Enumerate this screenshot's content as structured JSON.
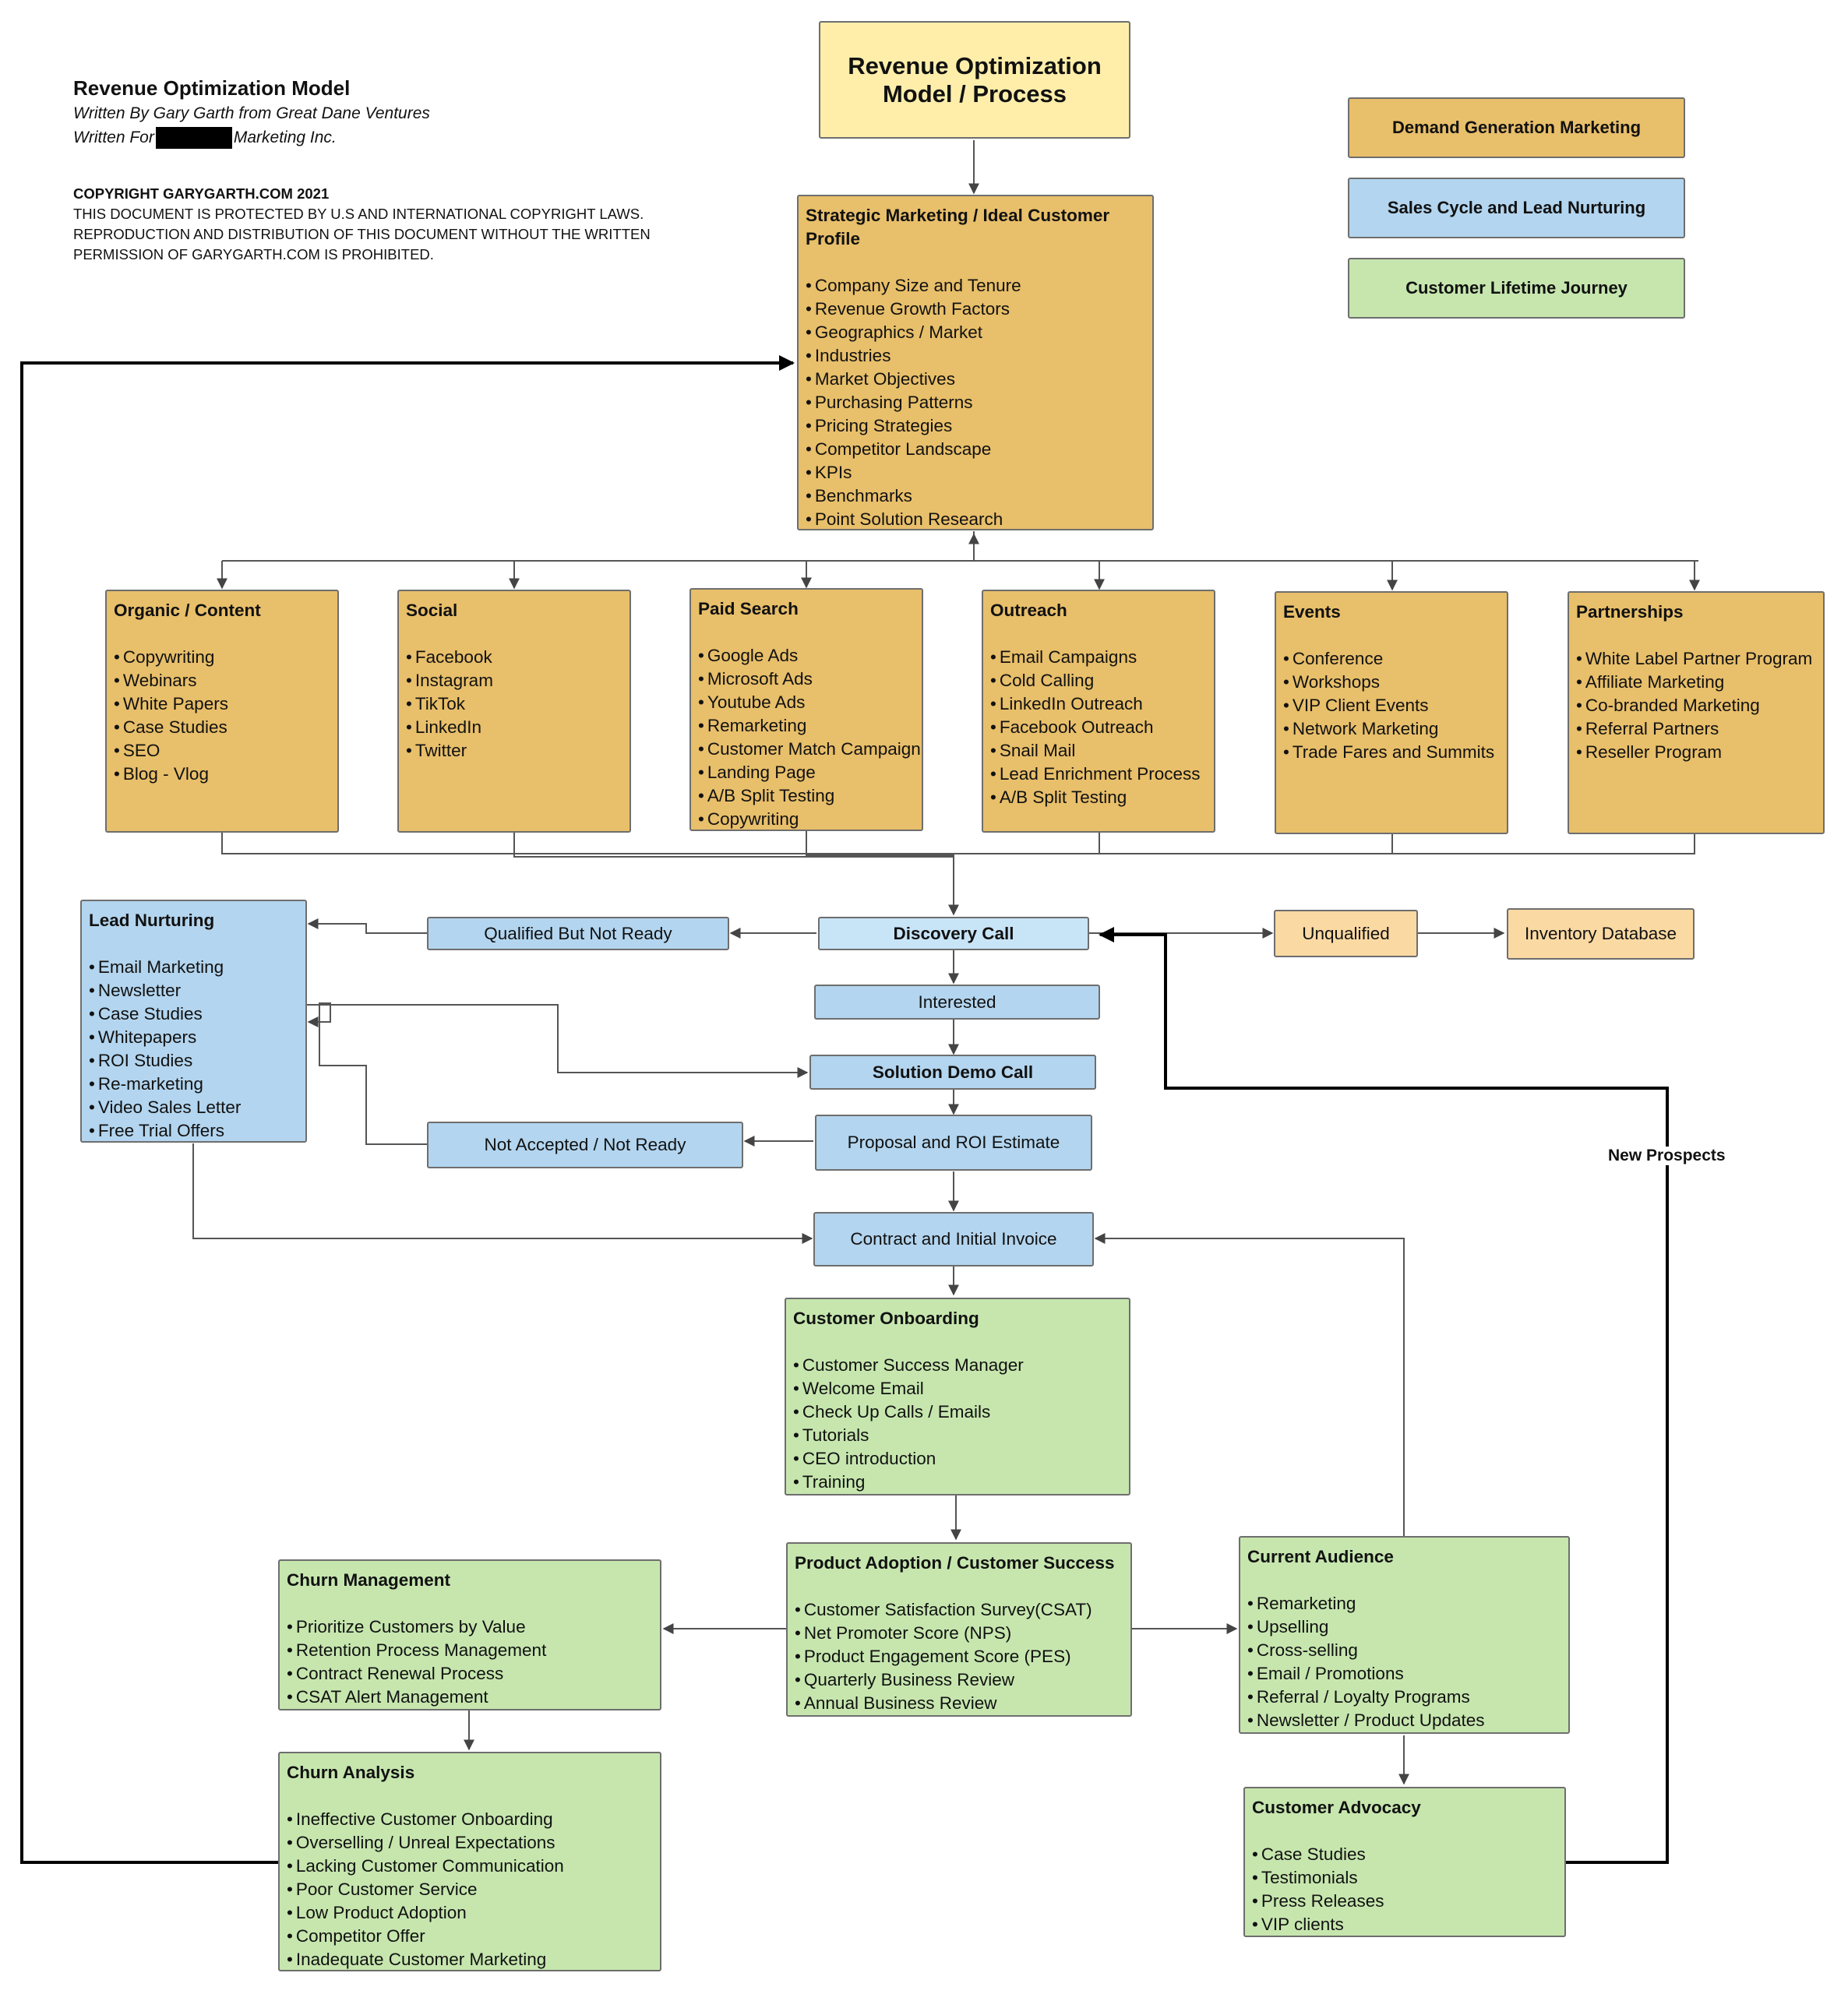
{
  "header": {
    "title": "Revenue Optimization Model",
    "author_line": "Written By Gary Garth from Great Dane Ventures",
    "written_for_prefix": "Written For",
    "written_for_suffix": "Marketing Inc.",
    "copyright_title": "COPYRIGHT GARYGARTH.COM 2021",
    "copyright_lines": [
      "THIS DOCUMENT IS PROTECTED BY U.S AND INTERNATIONAL COPYRIGHT LAWS.",
      "REPRODUCTION AND DISTRIBUTION OF THIS DOCUMENT WITHOUT THE WRITTEN",
      "PERMISSION OF GARYGARTH.COM IS PROHIBITED."
    ]
  },
  "main_title": {
    "line1": "Revenue Optimization",
    "line2": "Model / Process"
  },
  "legend": {
    "demand": "Demand Generation Marketing",
    "sales": "Sales Cycle and Lead Nurturing",
    "lifetime": "Customer Lifetime Journey"
  },
  "colors": {
    "demand": "#e8bf6a",
    "sales": "#b3d5ef",
    "lifetime": "#c6e6ae",
    "unqualified": "#fbd9a3",
    "title": "#feeeaa"
  },
  "strategic": {
    "title": "Strategic Marketing / Ideal Customer Profile",
    "items": [
      "Company Size and Tenure",
      "Revenue Growth Factors",
      "Geographics / Market",
      "Industries",
      "Market Objectives",
      "Purchasing Patterns",
      "Pricing Strategies",
      "Competitor Landscape",
      "KPIs",
      "Benchmarks",
      "Point Solution Research"
    ]
  },
  "channels": [
    {
      "title": "Organic / Content",
      "items": [
        "Copywriting",
        "Webinars",
        "White Papers",
        "Case Studies",
        "SEO",
        "Blog - Vlog"
      ]
    },
    {
      "title": "Social",
      "items": [
        "Facebook",
        "Instagram",
        "TikTok",
        "LinkedIn",
        "Twitter"
      ]
    },
    {
      "title": "Paid Search",
      "items": [
        "Google Ads",
        "Microsoft Ads",
        "Youtube Ads",
        "Remarketing",
        "Customer Match Campaign",
        "Landing Page",
        "A/B Split Testing",
        "Copywriting"
      ]
    },
    {
      "title": "Outreach",
      "items": [
        "Email Campaigns",
        "Cold Calling",
        "LinkedIn Outreach",
        "Facebook Outreach",
        "Snail Mail",
        "Lead Enrichment Process",
        "A/B Split Testing"
      ]
    },
    {
      "title": "Events",
      "items": [
        "Conference",
        "Workshops",
        "VIP Client Events",
        "Network Marketing",
        "Trade Fares and Summits"
      ]
    },
    {
      "title": "Partnerships",
      "items": [
        "White Label Partner Program",
        "Affiliate Marketing",
        "Co-branded Marketing",
        "Referral Partners",
        "Reseller Program"
      ]
    }
  ],
  "lead_nurturing": {
    "title": "Lead Nurturing",
    "items": [
      "Email Marketing",
      "Newsletter",
      "Case Studies",
      "Whitepapers",
      "ROI Studies",
      "Re-marketing",
      "Video Sales Letter",
      "Free Trial Offers"
    ]
  },
  "flow": {
    "qualified_not_ready": "Qualified But Not Ready",
    "discovery_call": "Discovery Call",
    "unqualified": "Unqualified",
    "inventory_database": "Inventory Database",
    "interested": "Interested",
    "solution_demo": "Solution Demo Call",
    "proposal": "Proposal and ROI Estimate",
    "not_accepted": "Not Accepted / Not Ready",
    "contract": "Contract and Initial Invoice",
    "new_prospects": "New Prospects"
  },
  "onboarding": {
    "title": "Customer Onboarding",
    "items": [
      "Customer Success Manager",
      "Welcome Email",
      "Check Up Calls / Emails",
      "Tutorials",
      "CEO introduction",
      "Training"
    ]
  },
  "adoption": {
    "title": "Product Adoption / Customer Success",
    "items": [
      "Customer Satisfaction Survey(CSAT)",
      "Net Promoter Score (NPS)",
      "Product Engagement Score (PES)",
      "Quarterly Business Review",
      "Annual Business Review"
    ]
  },
  "current_audience": {
    "title": "Current Audience",
    "items": [
      "Remarketing",
      "Upselling",
      "Cross-selling",
      "Email / Promotions",
      "Referral / Loyalty Programs",
      "Newsletter / Product Updates"
    ]
  },
  "advocacy": {
    "title": "Customer Advocacy",
    "items": [
      "Case Studies",
      "Testimonials",
      "Press Releases",
      "VIP clients"
    ]
  },
  "churn_mgmt": {
    "title": "Churn Management",
    "items": [
      "Prioritize Customers by Value",
      "Retention Process Management",
      "Contract Renewal Process",
      "CSAT Alert Management"
    ]
  },
  "churn_analysis": {
    "title": "Churn Analysis",
    "items": [
      "Ineffective Customer Onboarding",
      "Overselling / Unreal Expectations",
      "Lacking Customer Communication",
      "Poor Customer Service",
      "Low Product Adoption",
      "Competitor Offer",
      "Inadequate Customer Marketing"
    ]
  }
}
